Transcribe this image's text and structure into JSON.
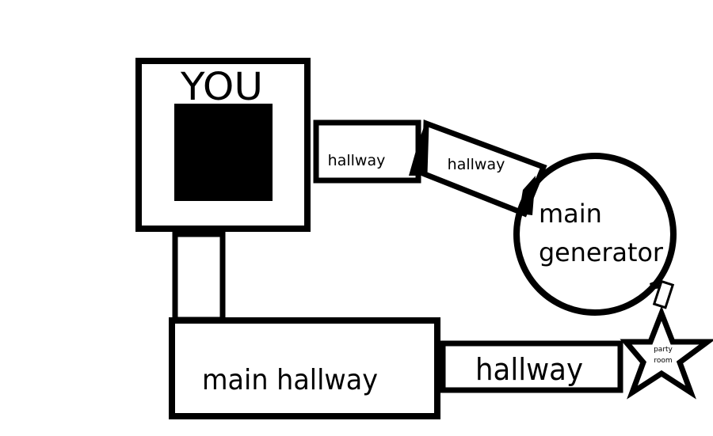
{
  "rooms": {
    "you_room": {
      "label": "YOU"
    },
    "upper_hallway_1": {
      "label": "hallway"
    },
    "upper_hallway_2": {
      "label": "hallway"
    },
    "main_generator": {
      "line1": "main",
      "line2": "generator"
    },
    "main_hallway": {
      "label": "main hallway"
    },
    "lower_hallway": {
      "label": "hallway"
    },
    "party_room": {
      "line1": "party",
      "line2": "room"
    }
  },
  "colors": {
    "stroke": "#000000",
    "background": "#ffffff"
  }
}
